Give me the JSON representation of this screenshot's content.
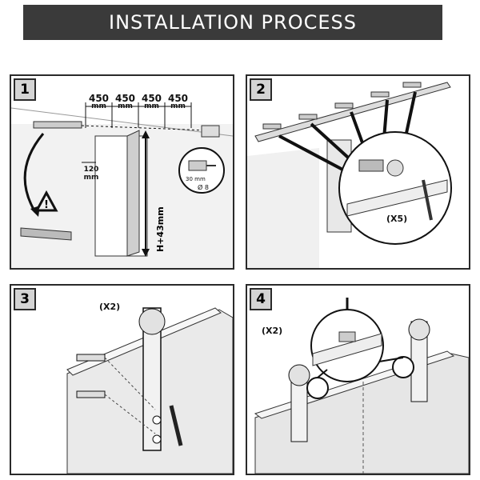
{
  "header": {
    "title": "INSTALLATION PROCESS"
  },
  "step1": {
    "number": "1",
    "spacings": [
      "450",
      "450",
      "450",
      "450"
    ],
    "unit": "mm",
    "offset_value": "120",
    "height_label": "H+43mm",
    "drill_depth": "30 mm",
    "drill_diameter": "Ø 8"
  },
  "step2": {
    "number": "2",
    "multiplier": "(X5)"
  },
  "step3": {
    "number": "3",
    "multiplier": "(X2)"
  },
  "step4": {
    "number": "4",
    "multiplier": "(X2)"
  }
}
